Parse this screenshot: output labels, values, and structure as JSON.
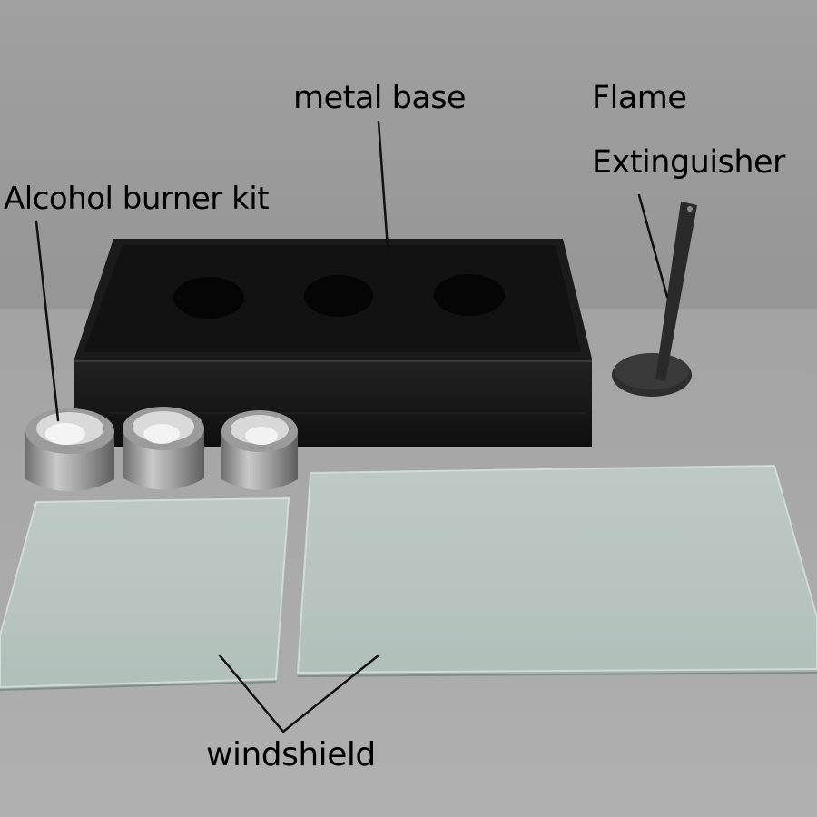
{
  "labels": {
    "metal_base": "metal base",
    "flame": "Flame",
    "extinguisher": "Extinguisher",
    "alcohol_burner_kit": "Alcohol burner kit",
    "windshield": "windshield"
  },
  "colors": {
    "backdrop": "#9a9a9a",
    "table_surface": "#a9a9a9",
    "metal_base": "#151515",
    "burner_steel": "#a8a8a8",
    "glass_tint": "#b9cbc4"
  },
  "product_parts": [
    "metal-base",
    "flame-extinguisher",
    "alcohol-burner-cans",
    "glass-windshield-panels"
  ]
}
